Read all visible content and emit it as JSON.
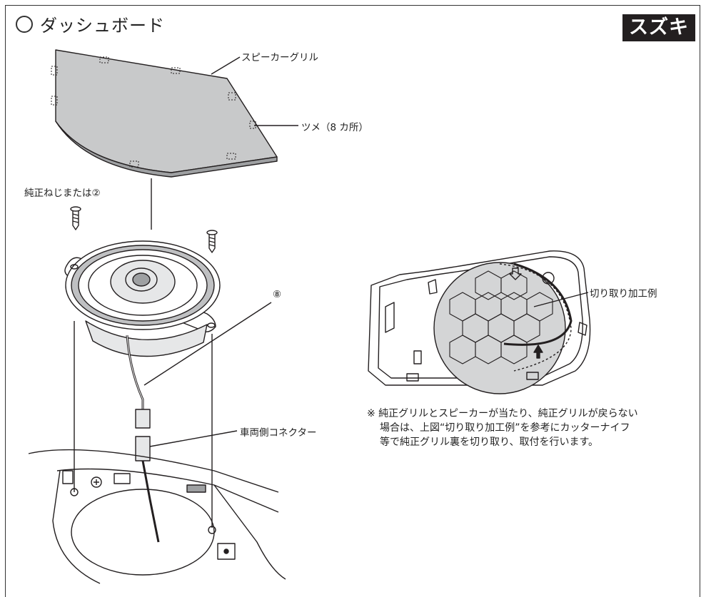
{
  "header": {
    "title": "ダッシュボード",
    "brand": "スズキ"
  },
  "labels": {
    "speaker_grille": "スピーカーグリル",
    "clips": "ツメ（8 カ所）",
    "screw": "純正ねじまたは②",
    "part_number": "⑧",
    "vehicle_connector": "車両側コネクター",
    "cut_example": "切り取り加工例"
  },
  "note": {
    "line1": "※ 純正グリルとスピーカーが当たり、純正グリルが戻らない",
    "line2": "場合は、上図“切り取り加工例”を参考にカッターナイフ",
    "line3": "等で純正グリル裏を切り取り、取付を行います。"
  },
  "colors": {
    "grille_fill": "#c8c9ca",
    "brand_bg": "#231f20",
    "line": "#231f20"
  }
}
